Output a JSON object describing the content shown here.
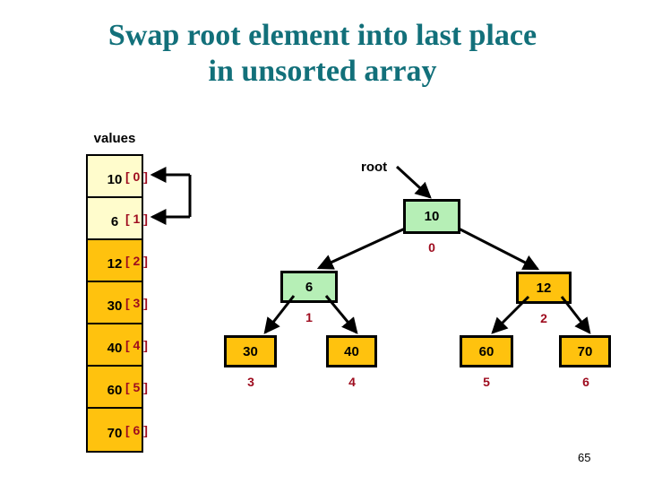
{
  "slide": {
    "title_line1": "Swap root element into last place",
    "title_line2": "in unsorted array",
    "page_number": "65",
    "title_color": "#12707A"
  },
  "array": {
    "header_label": "values",
    "cells": [
      {
        "index_label": "[ 0 ]",
        "value": "10",
        "fill": "#FFFCCC"
      },
      {
        "index_label": "[ 1 ]",
        "value": "6",
        "fill": "#FFFCCC"
      },
      {
        "index_label": "[ 2 ]",
        "value": "12",
        "fill": "#FFC20E"
      },
      {
        "index_label": "[ 3 ]",
        "value": "30",
        "fill": "#FFC20E"
      },
      {
        "index_label": "[ 4 ]",
        "value": "40",
        "fill": "#FFC20E"
      },
      {
        "index_label": "[ 5 ]",
        "value": "60",
        "fill": "#FFC20E"
      },
      {
        "index_label": "[ 6 ]",
        "value": "70",
        "fill": "#FFC20E"
      }
    ],
    "swap_arrow_targets": [
      "[ 0 ]",
      "[ 1 ]"
    ]
  },
  "tree": {
    "root_pointer_label": "root",
    "nodes": [
      {
        "value": "10",
        "index_label": "0",
        "fill": "#B6EFB6",
        "level": 0
      },
      {
        "value": "6",
        "index_label": "1",
        "fill": "#B6EFB6",
        "level": 1
      },
      {
        "value": "12",
        "index_label": "2",
        "fill": "#FFC20E",
        "level": 1
      },
      {
        "value": "30",
        "index_label": "3",
        "fill": "#FFC20E",
        "level": 2
      },
      {
        "value": "40",
        "index_label": "4",
        "fill": "#FFC20E",
        "level": 2
      },
      {
        "value": "60",
        "index_label": "5",
        "fill": "#FFC20E",
        "level": 2
      },
      {
        "value": "70",
        "index_label": "6",
        "fill": "#FFC20E",
        "level": 2
      }
    ],
    "edges": [
      {
        "from": "10",
        "to": "6"
      },
      {
        "from": "10",
        "to": "12"
      },
      {
        "from": "6",
        "to": "30"
      },
      {
        "from": "6",
        "to": "40"
      },
      {
        "from": "12",
        "to": "60"
      },
      {
        "from": "12",
        "to": "70"
      }
    ]
  },
  "colors": {
    "sorted_fill": "#FFFCCC",
    "unsorted_fill": "#FFC20E",
    "heap_fill": "#B6EFB6",
    "index_text": "#9E0B1E",
    "border": "#000000"
  }
}
